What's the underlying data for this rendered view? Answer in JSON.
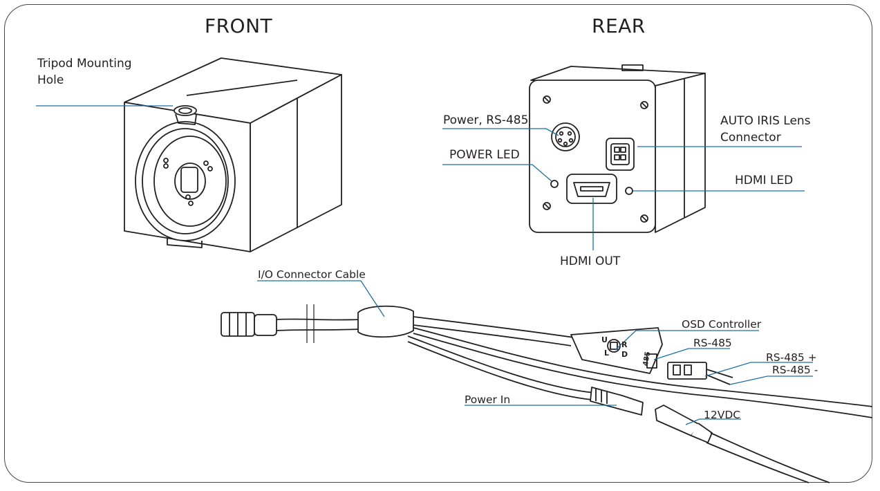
{
  "headings": {
    "front": "FRONT",
    "rear": "REAR"
  },
  "labels": {
    "tripod": "Tripod Mounting Hole",
    "power_rs485": "Power, RS-485",
    "power_led": "POWER LED",
    "auto_iris": "AUTO IRIS Lens Connector",
    "hdmi_led": "HDMI LED",
    "hdmi_out": "HDMI OUT",
    "io_cable": "I/O Connector Cable",
    "osd": "OSD Controller",
    "rs485": "RS-485",
    "rs485_plus": "RS-485 +",
    "rs485_minus": "RS-485 -",
    "power_in": "Power In",
    "vdc": "12VDC"
  },
  "osd_keys": {
    "up": "U",
    "left": "L",
    "right": "R",
    "down": "D",
    "port": "485"
  },
  "colors": {
    "line": "#231f20",
    "leader": "#1b6ea8",
    "lens": "#555555"
  }
}
